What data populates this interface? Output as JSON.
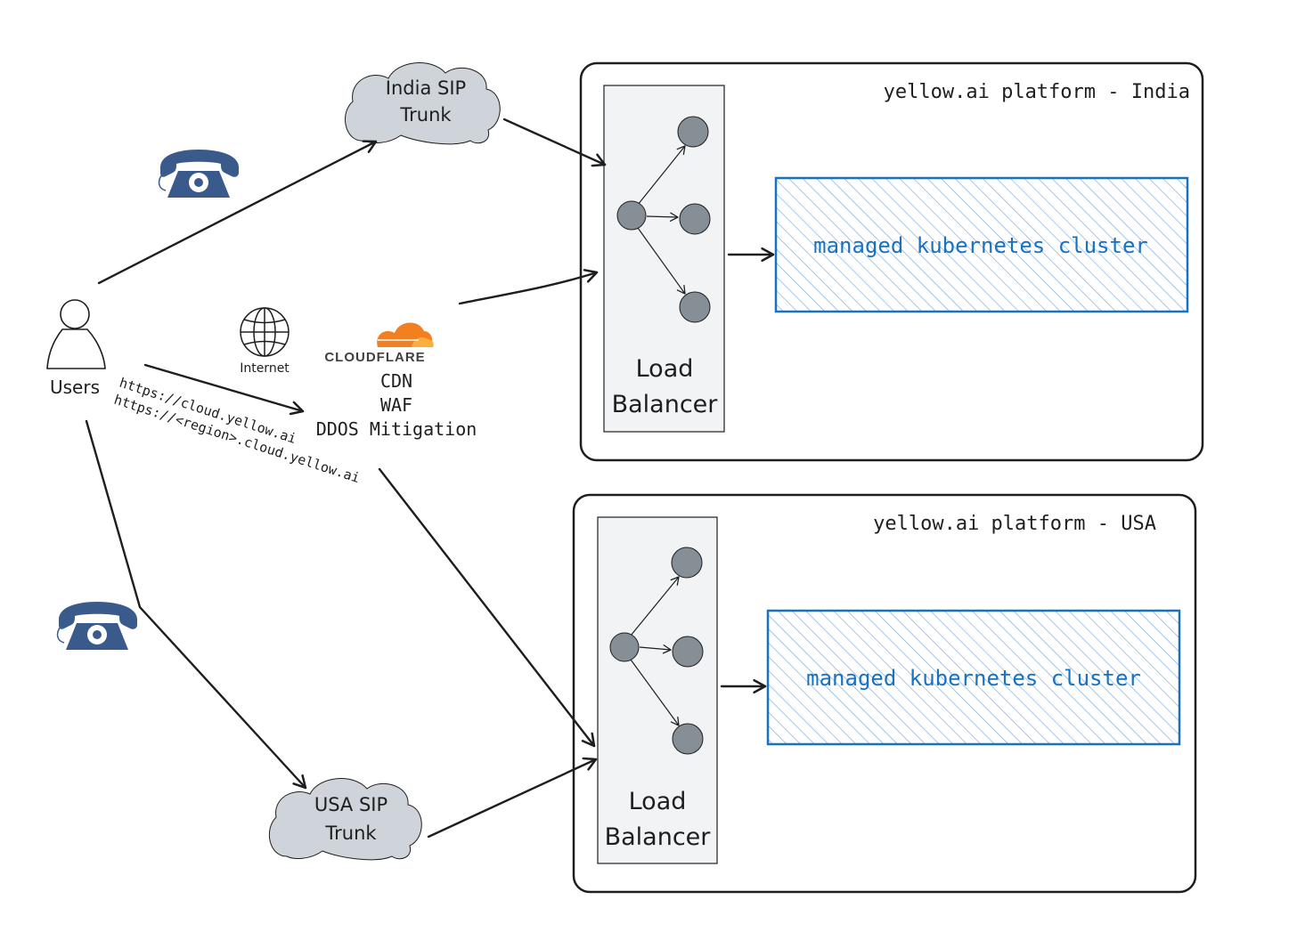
{
  "users": {
    "label": "Users"
  },
  "internet": {
    "label": "Internet"
  },
  "urls": {
    "line1": "https://cloud.yellow.ai",
    "line2": "https://<region>.cloud.yellow.ai"
  },
  "cloudflare": {
    "logo_text": "CLOUDFLARE",
    "services": [
      "CDN",
      "WAF",
      "DDOS Mitigation"
    ]
  },
  "sip_trunks": {
    "india": {
      "line1": "India SIP",
      "line2": "Trunk"
    },
    "usa": {
      "line1": "USA SIP",
      "line2": "Trunk"
    }
  },
  "platforms": {
    "india": {
      "title": "yellow.ai platform - India",
      "lb_line1": "Load",
      "lb_line2": "Balancer",
      "cluster": "managed kubernetes cluster"
    },
    "usa": {
      "title": "yellow.ai platform - USA",
      "lb_line1": "Load",
      "lb_line2": "Balancer",
      "cluster": "managed kubernetes cluster"
    }
  },
  "colors": {
    "cloud_fill": "#ced4da",
    "phone": "#3a5a8c",
    "cluster_blue": "#1971c2",
    "lb_fill": "#f1f3f5",
    "node_fill": "#868e96",
    "cloudflare_orange": "#f38020",
    "text": "#1e1e1e"
  },
  "icons": [
    "user-icon",
    "globe-icon",
    "telephone-icon",
    "cloudflare-logo-icon",
    "cloud-icon"
  ]
}
